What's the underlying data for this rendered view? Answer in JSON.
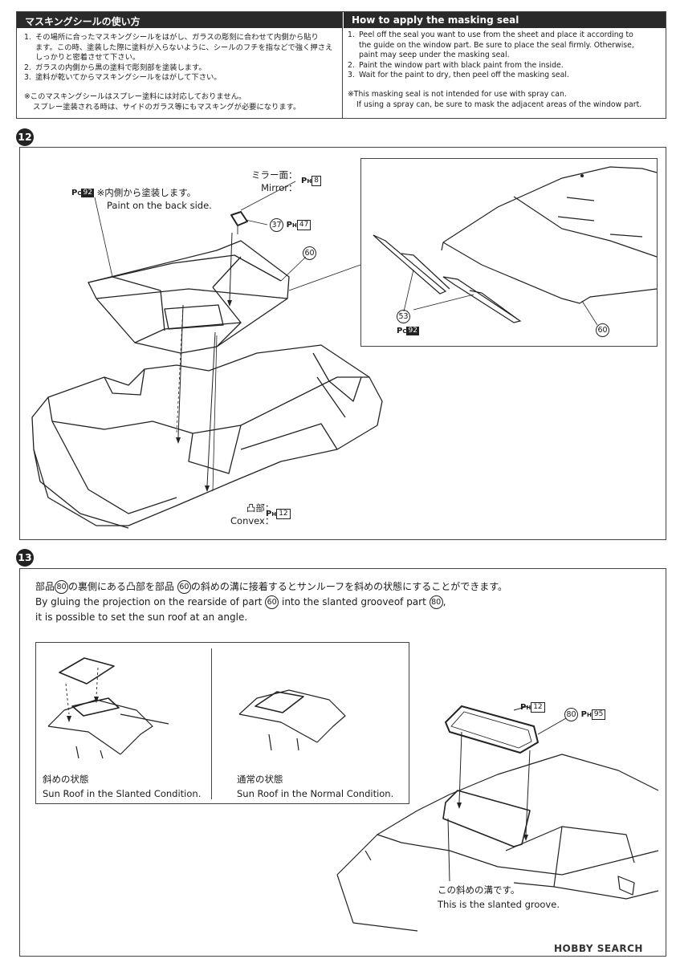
{
  "masking": {
    "jp_title": "マスキングシールの使い方",
    "jp_steps": [
      {
        "n": "1.",
        "lines": [
          "その場所に合ったマスキングシールをはがし、ガラスの彫刻に合わせて内側から貼り",
          "ます。この時、塗装した際に塗料が入らないように、シールのフチを指などで強く押さえ",
          "しっかりと密着させて下さい。"
        ]
      },
      {
        "n": "2.",
        "lines": [
          "ガラスの内側から黒の塗料で彫刻部を塗装します。"
        ]
      },
      {
        "n": "3.",
        "lines": [
          "塗料が乾いてからマスキングシールをはがして下さい。"
        ]
      }
    ],
    "jp_note": [
      "※このマスキングシールはスプレー塗料には対応しておりません。",
      "スプレー塗装される時は、サイドのガラス等にもマスキングが必要になります。"
    ],
    "en_title": "How to apply the masking seal",
    "en_steps": [
      {
        "n": "1.",
        "lines": [
          "Peel off the seal you want to use from the sheet and place it according to",
          "the guide on the window part. Be sure to place the seal firmly. Otherwise,",
          "paint may seep under the masking seal."
        ]
      },
      {
        "n": "2.",
        "lines": [
          "Paint the window part with black paint from the inside."
        ]
      },
      {
        "n": "3.",
        "lines": [
          "Wait for the paint to dry, then peel off the masking seal."
        ]
      }
    ],
    "en_note": [
      "※This masking seal is not intended for use with spray can.",
      "If using a spray can, be sure to mask the adjacent areas of the window part."
    ]
  },
  "step12": {
    "number": "12",
    "pc_code": "92",
    "paint_jp": "※内側から塗装します。",
    "paint_en": "Paint on the back side.",
    "mirror_jp": "ミラー面：",
    "mirror_en": "Mirror：",
    "mirror_code": "8",
    "part37": "37",
    "part37_code": "47",
    "part60": "60",
    "convex_jp": "凸部：",
    "convex_en": "Convex：",
    "convex_code": "12",
    "detail_part53": "53",
    "detail_pc": "92",
    "detail_part60": "60"
  },
  "step13": {
    "number": "13",
    "line_jp_a": "部品",
    "line_jp_80": "80",
    "line_jp_b": "の裏側にある凸部を部品",
    "line_jp_60": "60",
    "line_jp_c": "の斜めの溝に接着するとサンルーフを斜めの状態にすることができます。",
    "line_en1_a": "By gluing the projection on the rearside of part",
    "line_en1_60": "60",
    "line_en1_b": "into the slanted grooveof part",
    "line_en1_80": "80",
    "line_en1_c": ",",
    "line_en2_a": "it is possible to set the sun roof at an angle.",
    "slanted_jp": "斜めの状態",
    "slanted_en": "Sun Roof in the Slanted Condition.",
    "normal_jp": "通常の状態",
    "normal_en": "Sun Roof in the Normal Condition.",
    "ph12": "12",
    "part80": "80",
    "ph95": "95",
    "groove_jp": "この斜めの溝です。",
    "groove_en": "This is the slanted groove."
  },
  "watermark": "HOBBY SEARCH"
}
